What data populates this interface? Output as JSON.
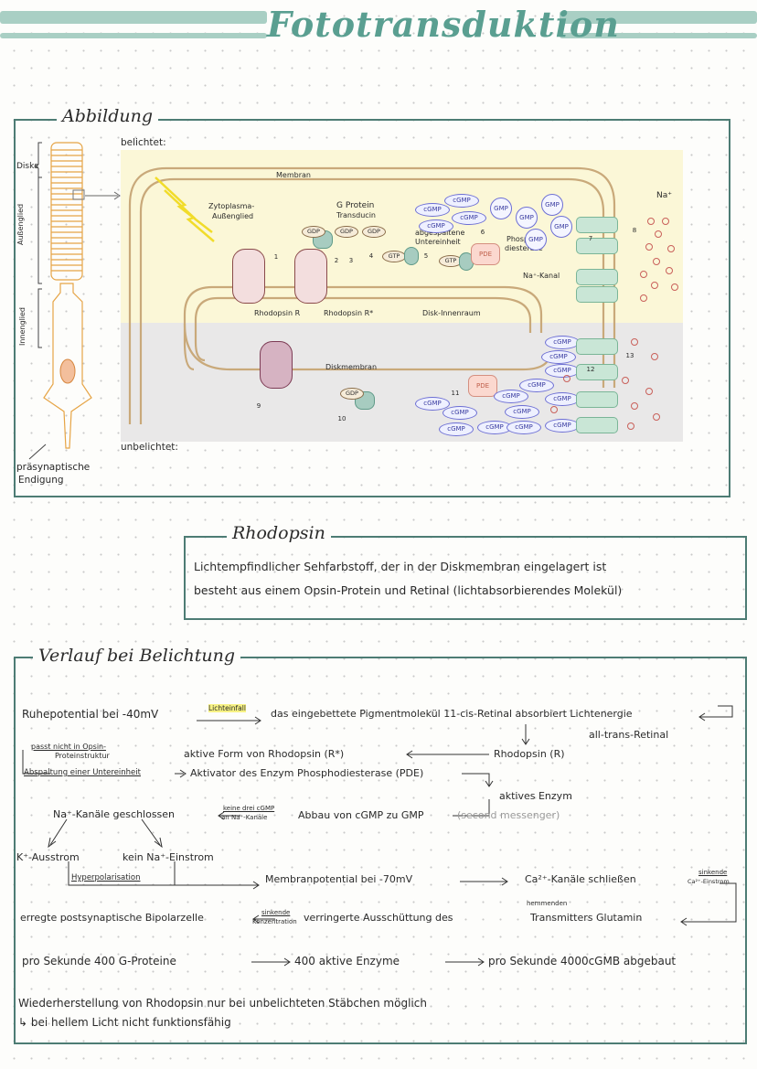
{
  "header": {
    "title": "Fototransduktion"
  },
  "figure": {
    "label": "Abbildung",
    "cell_labels": {
      "disks": "Disks",
      "outer": "Außenglied",
      "inner": "Innenglied",
      "synapse_1": "präsynaptische",
      "synapse_2": "Endigung"
    },
    "belichtet": "belichtet:",
    "unbelichtet": "unbelichtet:",
    "membran": "Membran",
    "zytoplasma": "Zytoplasma-",
    "aussenglied": "Außenglied",
    "gprotein_1": "G Protein",
    "gprotein_2": "Transducin",
    "abgespalten_1": "abgespaltene",
    "abgespalten_2": "Untereinheit",
    "phospho_1": "Phospho-",
    "phospho_2": "diesterase",
    "rhodopsin_r": "Rhodopsin R",
    "rhodopsin_r_star": "Rhodopsin R*",
    "disk_innenraum": "Disk-Innenraum",
    "na_kanal": "Na⁺-Kanal",
    "na_ion": "Na⁺",
    "diskmembran": "Diskmembran",
    "gdp": "GDP",
    "gtp": "GTP",
    "cgmp": "cGMP",
    "gmp": "GMP",
    "pde": "PDE",
    "numbers": [
      "1",
      "2",
      "3",
      "4",
      "5",
      "6",
      "7",
      "8",
      "9",
      "10",
      "11",
      "12",
      "13"
    ]
  },
  "rhodopsin": {
    "label": "Rhodopsin",
    "line_1": "Lichtempfindlicher Sehfarbstoff, der in der Diskmembran eingelagert ist",
    "line_2": "besteht aus einem Opsin-Protein und Retinal (lichtabsorbierendes Molekül)"
  },
  "verlauf": {
    "label": "Verlauf bei Belichtung",
    "l1a": "Ruhepotential bei  -40mV",
    "l1b": "Lichteinfall",
    "l1c": "das eingebettete Pigmentmolekül 11-cis-Retinal absorbiert Lichtenergie",
    "l2": "all-trans-Retinal",
    "l3a_1": "passt nicht in Opsin-",
    "l3a_2": "Proteinstruktur",
    "l3b": "aktive Form von Rhodopsin (R*)",
    "l3c": "Rhodopsin (R)",
    "l4a": "Abspaltung einer Untereinheit",
    "l4b": "Aktivator des Enzym Phosphodiesterase (PDE)",
    "l5": "aktives Enzym",
    "l6a": "Na⁺-Kanäle geschlossen",
    "l6b_1": "keine drei cGMP",
    "l6b_2": "an Na⁺-Kanäle",
    "l6c": "Abbau von cGMP zu GMP",
    "l6d": "(second messenger)",
    "l7a": "K⁺-Ausstrom",
    "l7b": "kein Na⁺-Einstrom",
    "l8a": "Hyperpolarisation",
    "l8b": "Membranpotential bei  -70mV",
    "l8c": "Ca²⁺-Kanäle schließen",
    "l8d_1": "sinkende",
    "l8d_2": "Ca²⁺-Einstrom",
    "l9a": "erregte postsynaptische Bipolarzelle",
    "l9b_1": "sinkende",
    "l9b_2": "Konzentration",
    "l9c": "verringerte Ausschüttung des",
    "l9d": "hemmenden",
    "l9e": "Transmitters Glutamin",
    "l10a": "pro Sekunde 400 G-Proteine",
    "l10b": "400 aktive Enzyme",
    "l10c": "pro Sekunde 4000cGMB abgebaut",
    "l11": "Wiederherstellung von Rhodopsin nur bei unbelichteten Stäbchen möglich",
    "l12": "↳ bei hellem Licht nicht funktionsfähig"
  },
  "colors": {
    "accent": "#a9cfc4",
    "frame": "#4d7c74",
    "title": "#5a9f91",
    "cgmp": "#6d6fd4",
    "ion": "#c9605a"
  }
}
